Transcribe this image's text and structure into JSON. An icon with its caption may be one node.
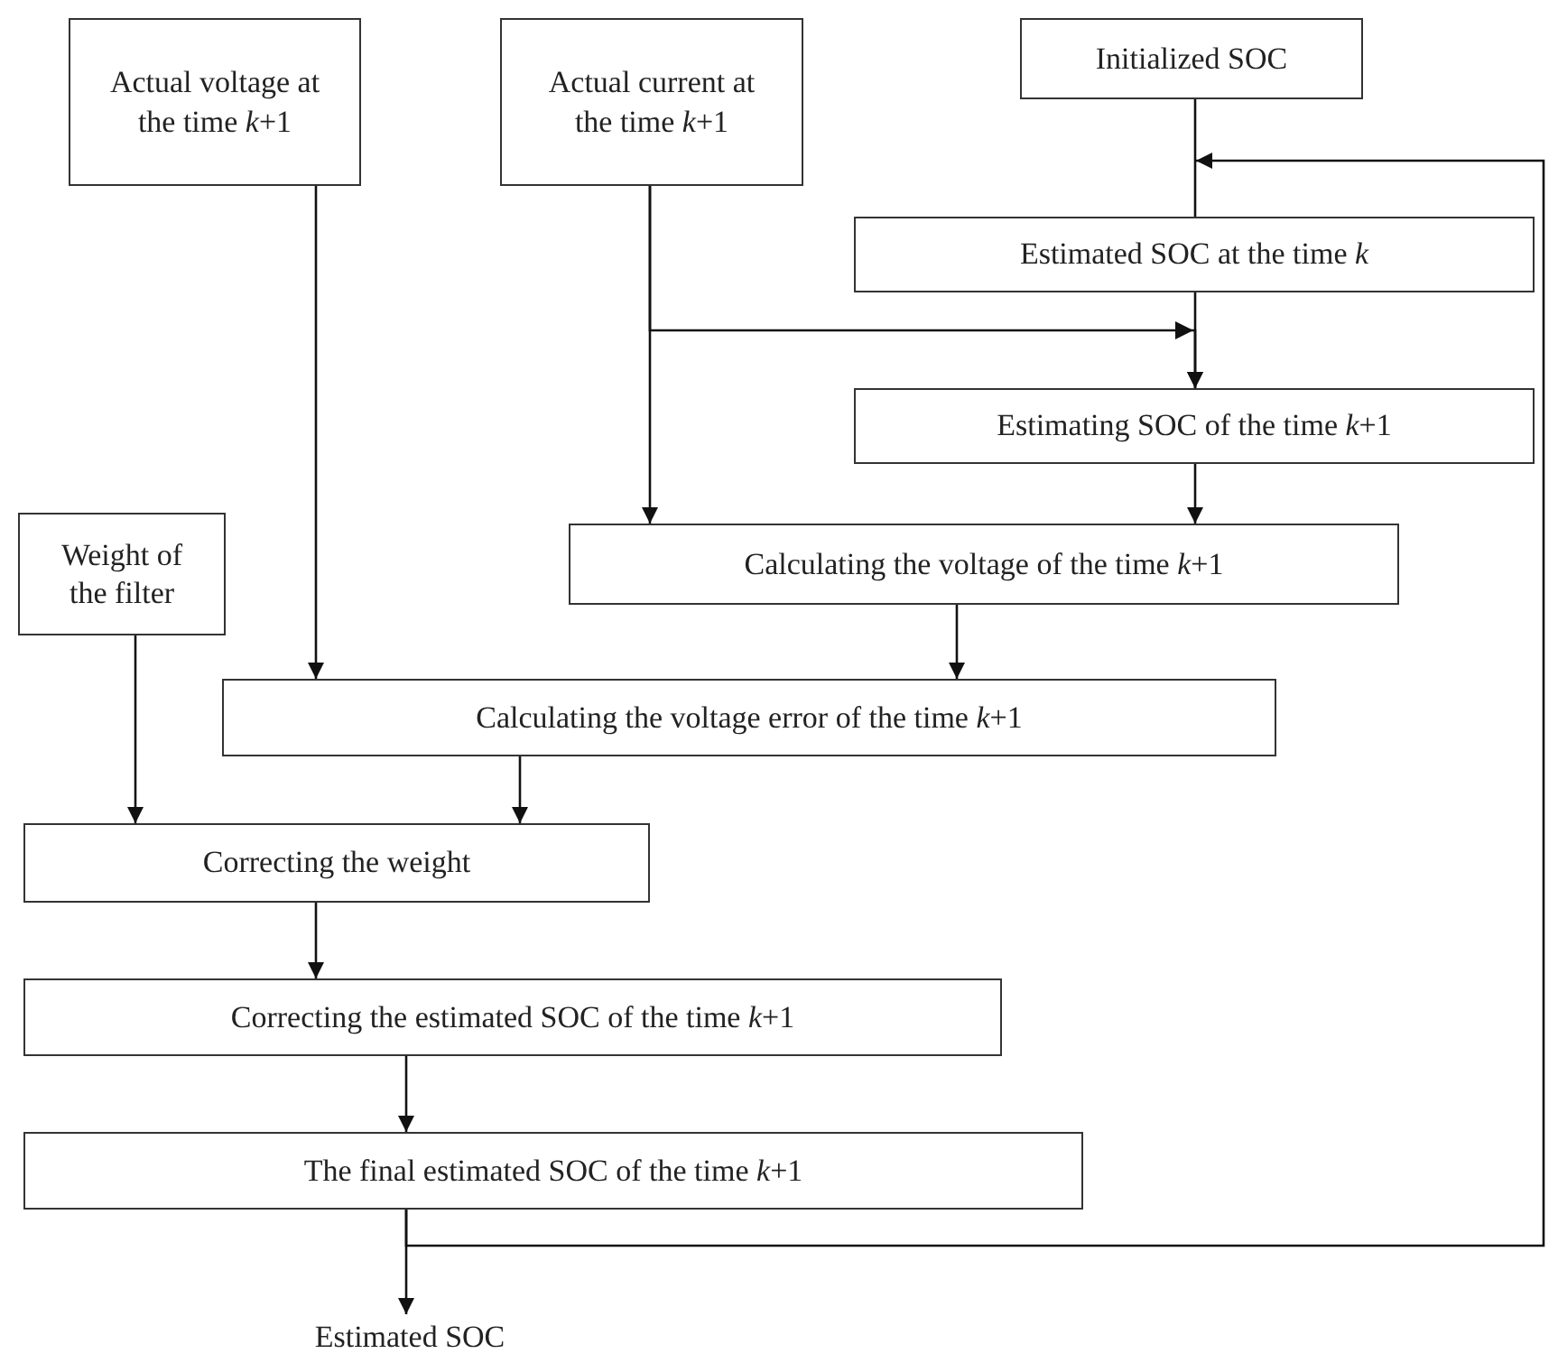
{
  "diagram": {
    "nodes": [
      {
        "text": [
          "Actual voltage at the time *k*+1"
        ]
      },
      {
        "text": [
          "Actual current at the time *k*+1"
        ]
      },
      {
        "text": [
          "Initialized SOC"
        ]
      },
      {
        "text": [
          "Estimated SOC at the time *k*"
        ]
      },
      {
        "text": [
          "Estimating SOC of the time *k*+1"
        ]
      },
      {
        "text": [
          "Weight of the filter"
        ]
      },
      {
        "text": [
          "Calculating the voltage of the time *k*+1"
        ]
      },
      {
        "text": [
          "Calculating the voltage error of the time *k*+1"
        ]
      },
      {
        "text": [
          "Correcting the weight"
        ]
      },
      {
        "text": [
          "Correcting the estimated SOC of the time *k*+1"
        ]
      },
      {
        "text": [
          "The final estimated SOC of the time *k*+1"
        ]
      },
      {
        "text": [
          "Estimated SOC"
        ]
      }
    ],
    "edges": [
      {
        "from": 0,
        "to": 7,
        "arrow": "to"
      },
      {
        "from": 1,
        "to": 6,
        "arrow": "to"
      },
      {
        "from": 1,
        "to": 4,
        "arrow": "to"
      },
      {
        "from": 2,
        "to": 3,
        "arrow": "none"
      },
      {
        "from": 3,
        "to": 4,
        "arrow": "to"
      },
      {
        "from": 4,
        "to": 6,
        "arrow": "to"
      },
      {
        "from": 6,
        "to": 7,
        "arrow": "to"
      },
      {
        "from": 5,
        "to": 8,
        "arrow": "to"
      },
      {
        "from": 7,
        "to": 8,
        "arrow": "to"
      },
      {
        "from": 8,
        "to": 9,
        "arrow": "to"
      },
      {
        "from": 9,
        "to": 10,
        "arrow": "to"
      },
      {
        "from": 10,
        "to": 11,
        "arrow": "to"
      },
      {
        "from": 10,
        "to": 3,
        "arrow": "to"
      }
    ]
  }
}
